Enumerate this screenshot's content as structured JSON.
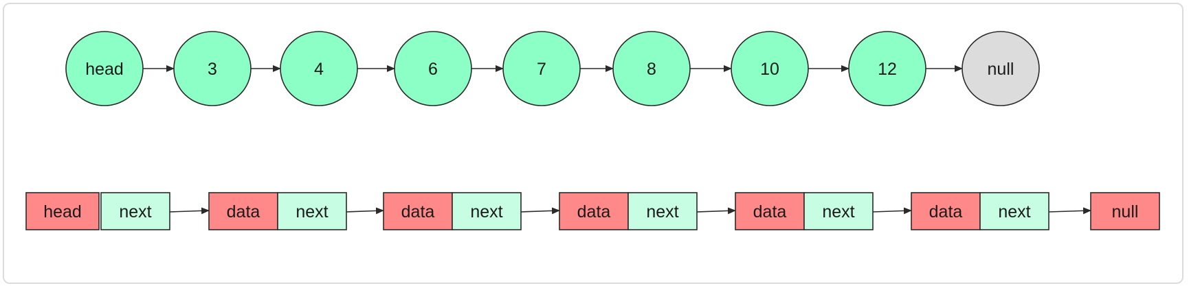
{
  "colors": {
    "node_fill": "#8cffc6",
    "null_fill": "#dcdcdc",
    "data_fill": "#ff8888",
    "next_fill": "#c7fde3",
    "stroke": "#2a2a2a"
  },
  "top_list": {
    "nodes": [
      {
        "label": "head",
        "kind": "node"
      },
      {
        "label": "3",
        "kind": "node"
      },
      {
        "label": "4",
        "kind": "node"
      },
      {
        "label": "6",
        "kind": "node"
      },
      {
        "label": "7",
        "kind": "node"
      },
      {
        "label": "8",
        "kind": "node"
      },
      {
        "label": "10",
        "kind": "node"
      },
      {
        "label": "12",
        "kind": "node"
      },
      {
        "label": "null",
        "kind": "null"
      }
    ]
  },
  "bottom_list": {
    "blocks": [
      {
        "first": "head",
        "second": "next"
      },
      {
        "first": "data",
        "second": "next"
      },
      {
        "first": "data",
        "second": "next"
      },
      {
        "first": "data",
        "second": "next"
      },
      {
        "first": "data",
        "second": "next"
      },
      {
        "first": "data",
        "second": "next"
      },
      {
        "first": "null",
        "second": null
      }
    ]
  }
}
